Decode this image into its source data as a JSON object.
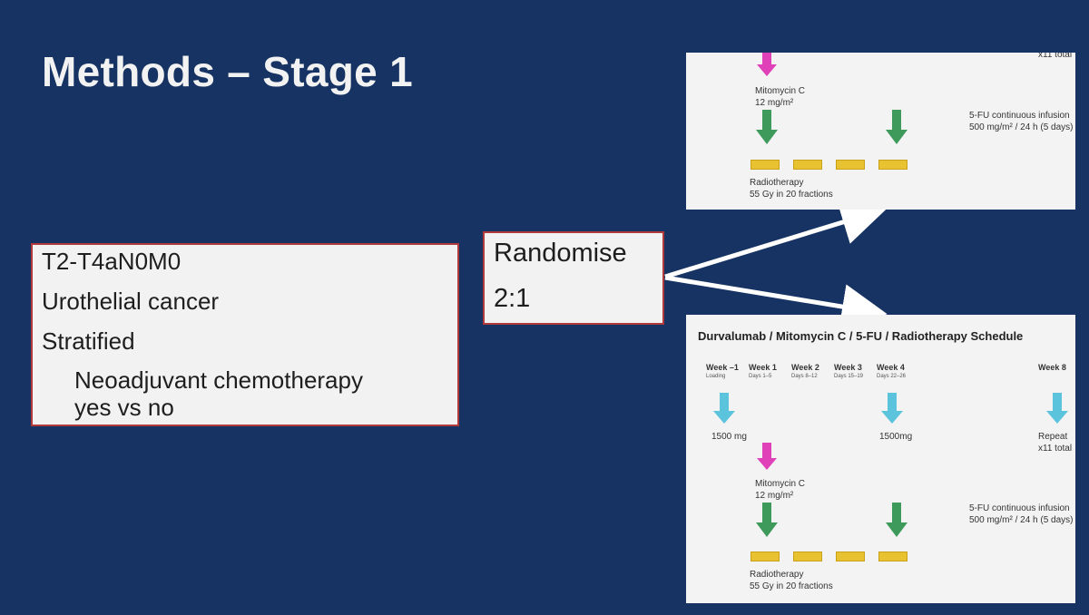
{
  "slide": {
    "title": "Methods – Stage 1"
  },
  "criteria": {
    "line1": "T2-T4aN0M0",
    "line2": "Urothelial cancer",
    "line3": "Stratified",
    "sub1": "Neoadjuvant chemotherapy",
    "sub2": "yes vs no"
  },
  "randomise": {
    "line1": "Randomise",
    "line2": "2:1"
  },
  "top_panel": {
    "repeat_total": "x11 total",
    "mitomycin_label": "Mitomycin C",
    "mitomycin_dose": "12 mg/m²",
    "fu_label": "5-FU continuous infusion",
    "fu_dose": "500 mg/m² / 24 h (5 days)",
    "rt_label": "Radiotherapy",
    "rt_dose": "55 Gy in 20 fractions"
  },
  "bottom_panel": {
    "title": "Durvalumab / Mitomycin C / 5-FU / Radiotherapy Schedule",
    "weeks": [
      {
        "label": "Week –1",
        "days": "Loading"
      },
      {
        "label": "Week 1",
        "days": "Days 1–5"
      },
      {
        "label": "Week 2",
        "days": "Days 8–12"
      },
      {
        "label": "Week 3",
        "days": "Days 15–19"
      },
      {
        "label": "Week 4",
        "days": "Days 22–26"
      },
      {
        "label": "Week 8",
        "days": ""
      }
    ],
    "durva_dose_1": "1500 mg",
    "durva_dose_2": "1500mg",
    "repeat_label": "Repeat",
    "repeat_total": "x11 total",
    "mitomycin_label": "Mitomycin C",
    "mitomycin_dose": "12 mg/m²",
    "fu_label": "5-FU continuous infusion",
    "fu_dose": "500 mg/m² / 24 h (5 days)",
    "rt_label": "Radiotherapy",
    "rt_dose": "55 Gy in 20 fractions"
  },
  "colors": {
    "background": "#163363",
    "box_border": "#b03a3a",
    "durvalumab_arrow": "#5cc3dc",
    "mitomycin_arrow": "#e040b8",
    "fu_arrow": "#3e9a5a",
    "radiotherapy_bar": "#e9c232"
  }
}
